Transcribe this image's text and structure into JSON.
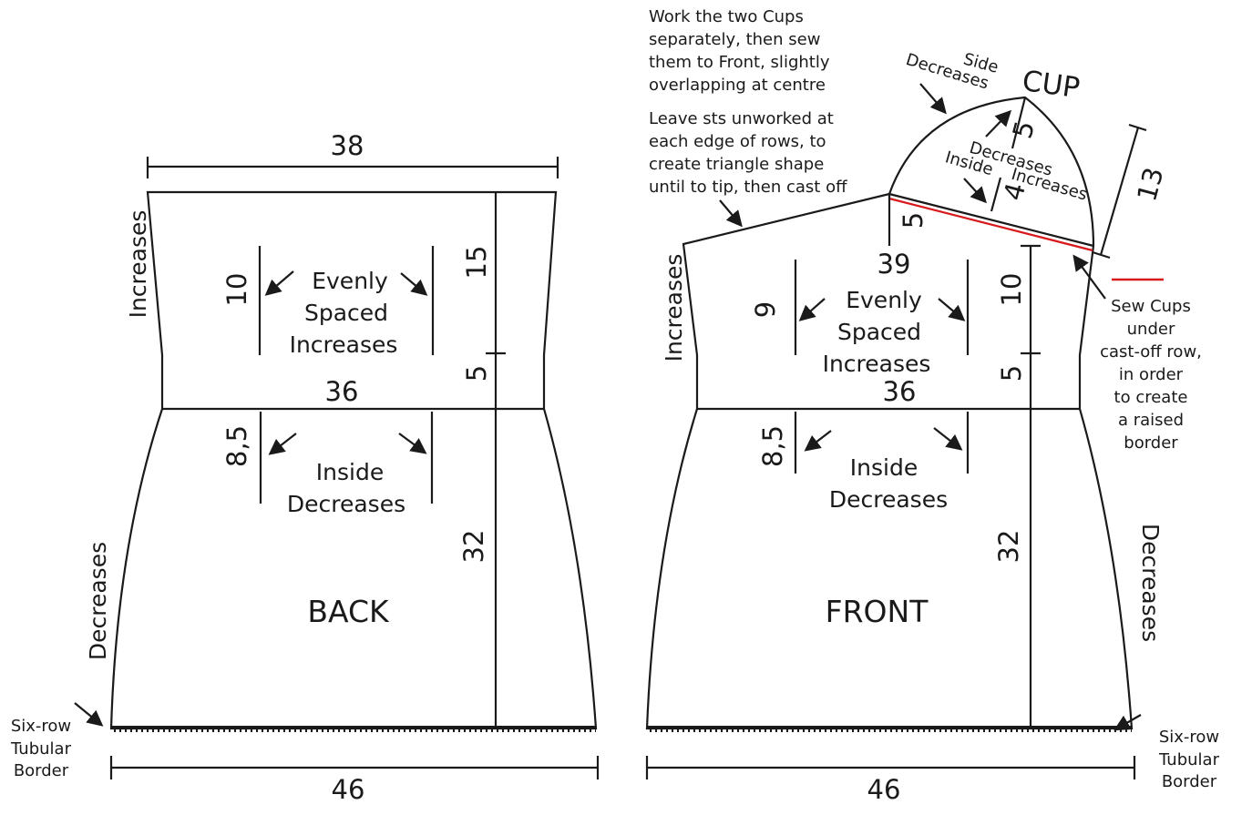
{
  "back": {
    "title": "BACK",
    "top_width": "38",
    "waist_width": "36",
    "bottom_width": "46",
    "upper_height": "15",
    "waist_height": "5",
    "lower_height": "32",
    "inc_height": "10",
    "dec_height": "8,5",
    "side_top": "Increases",
    "side_bottom": "Decreases",
    "inc_label": [
      "Evenly",
      "Spaced",
      "Increases"
    ],
    "dec_label": [
      "Inside",
      "Decreases"
    ],
    "border": [
      "Six-row",
      "Tubular",
      "Border"
    ]
  },
  "front": {
    "title": "FRONT",
    "top_width": "39",
    "waist_width": "36",
    "bottom_width": "46",
    "upper_height": "10",
    "waist_height": "5",
    "lower_height": "32",
    "shoulder_height": "5",
    "inc_height": "9",
    "dec_height": "8,5",
    "side_top": "Increases",
    "side_bottom": "Decreases",
    "inc_label": [
      "Evenly",
      "Spaced",
      "Increases"
    ],
    "dec_label": [
      "Inside",
      "Decreases"
    ],
    "border": [
      "Six-row",
      "Tubular",
      "Border"
    ]
  },
  "cup": {
    "title": "CUP",
    "side_label": [
      "Side",
      "Decreases"
    ],
    "inside_dec": "Decreases",
    "inside": "Inside",
    "inside_inc": "Increases",
    "upper_height": "5",
    "lower_height": "4",
    "side_length": "13"
  },
  "notes": {
    "cups": [
      "Work the two Cups",
      "separately, then sew",
      "them to Front, slightly",
      "overlapping at centre"
    ],
    "leave": [
      "Leave sts unworked at",
      "each edge of rows, to",
      "create triangle shape",
      "until to tip, then cast off"
    ],
    "sew": [
      "Sew Cups",
      "under",
      "cast-off row,",
      "in order",
      "to create",
      "a raised",
      "border"
    ]
  },
  "colors": {
    "line": "#1a1a1a",
    "red": "#d7191c"
  }
}
